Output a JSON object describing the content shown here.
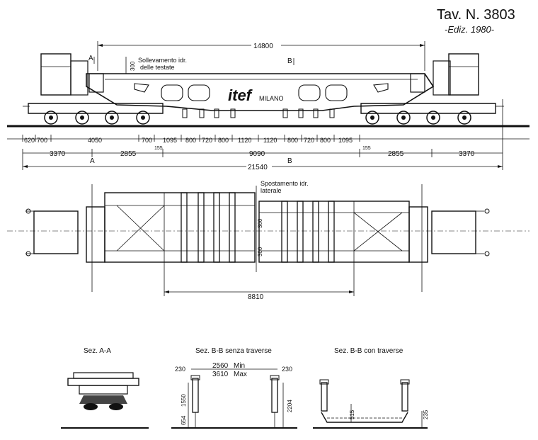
{
  "title": {
    "plate": "Tav. N. 3803",
    "edition": "-Ediz. 1980-"
  },
  "side_view": {
    "overall_top": "14800",
    "label_lift": "Sollevamento idr.",
    "label_lift_2": "delle testate",
    "dim_300": "300",
    "section_a": "A",
    "section_b": "B",
    "brand": "itef",
    "brand_city": "MILANO",
    "row1": [
      "620",
      "700",
      "4050",
      "700",
      "1095",
      "800",
      "720",
      "800",
      "1120",
      "1120",
      "800",
      "720",
      "800",
      "1095"
    ],
    "row1_155": [
      "155",
      "155"
    ],
    "row2": [
      "3370",
      "2855",
      "9090",
      "2855",
      "3370"
    ],
    "overall_bottom": "21540"
  },
  "plan_view": {
    "label_shift": "Spostamento idr.",
    "label_shift_2": "laterale",
    "dim_300a": "300",
    "dim_300b": "300",
    "dim_8810": "8810"
  },
  "sections": {
    "aa": {
      "title": "Sez.  A-A"
    },
    "bb1": {
      "title": "Sez.  B-B senza traverse",
      "min_val": "2560",
      "min_label": "Min",
      "max_val": "3610",
      "max_label": "Max",
      "dim_left": "230",
      "dim_right": "230",
      "dim_1550": "1550",
      "dim_2204": "2204",
      "dim_654": "654"
    },
    "bb2": {
      "title": "Sez.  B-B con traverse",
      "dim_515": "515",
      "dim_235": "235"
    }
  }
}
